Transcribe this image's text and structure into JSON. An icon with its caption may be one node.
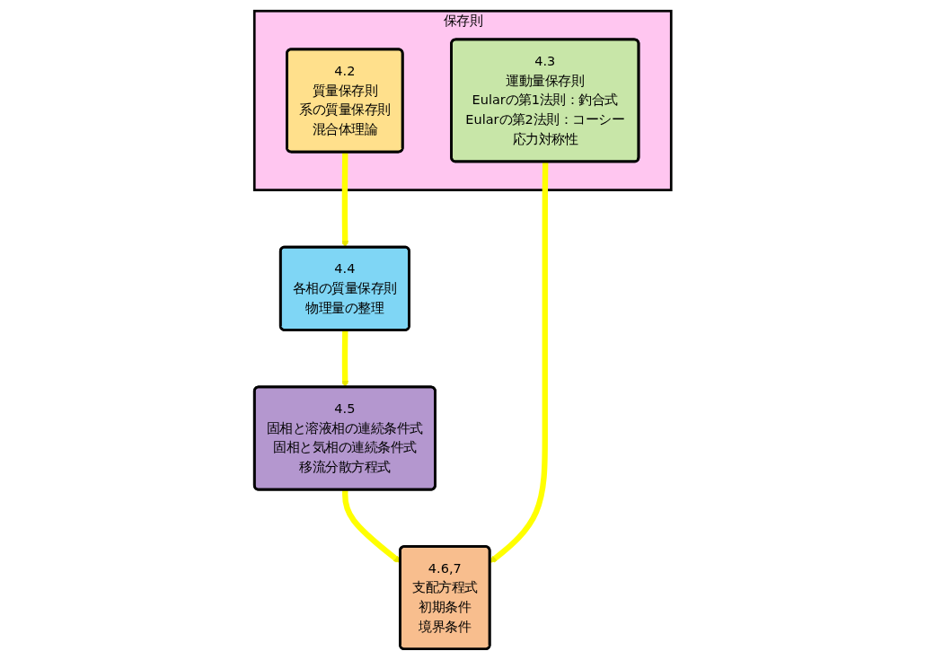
{
  "diagram": {
    "nodes": [
      {
        "text": [
          "保存則"
        ]
      },
      {
        "text": [
          "4.2",
          "質量保存則",
          "系の質量保存則",
          "混合体理論"
        ],
        "in": 0
      },
      {
        "text": [
          "4.3",
          "運動量保存則",
          "Eularの第1法則：釣合式",
          "Eularの第2法則：コーシー応力対称性"
        ],
        "in": 0
      },
      {
        "text": [
          "4.4",
          "各相の質量保存則",
          "物理量の整理"
        ]
      },
      {
        "text": [
          "4.5",
          "固相と溶液相の連続条件式",
          "固相と気相の連続条件式",
          "移流分散方程式"
        ]
      },
      {
        "text": [
          "4.6,7",
          "支配方程式",
          "初期条件",
          "境界条件"
        ]
      }
    ],
    "edges": [
      {
        "from": 1,
        "to": 3,
        "arrow": "to",
        "color": "#ffff00"
      },
      {
        "from": 3,
        "to": 4,
        "arrow": "to",
        "color": "#ffff00"
      },
      {
        "from": 4,
        "to": 5,
        "arrow": "to",
        "color": "#ffff00"
      },
      {
        "from": 2,
        "to": 5,
        "arrow": "to",
        "color": "#ffff00"
      }
    ]
  }
}
